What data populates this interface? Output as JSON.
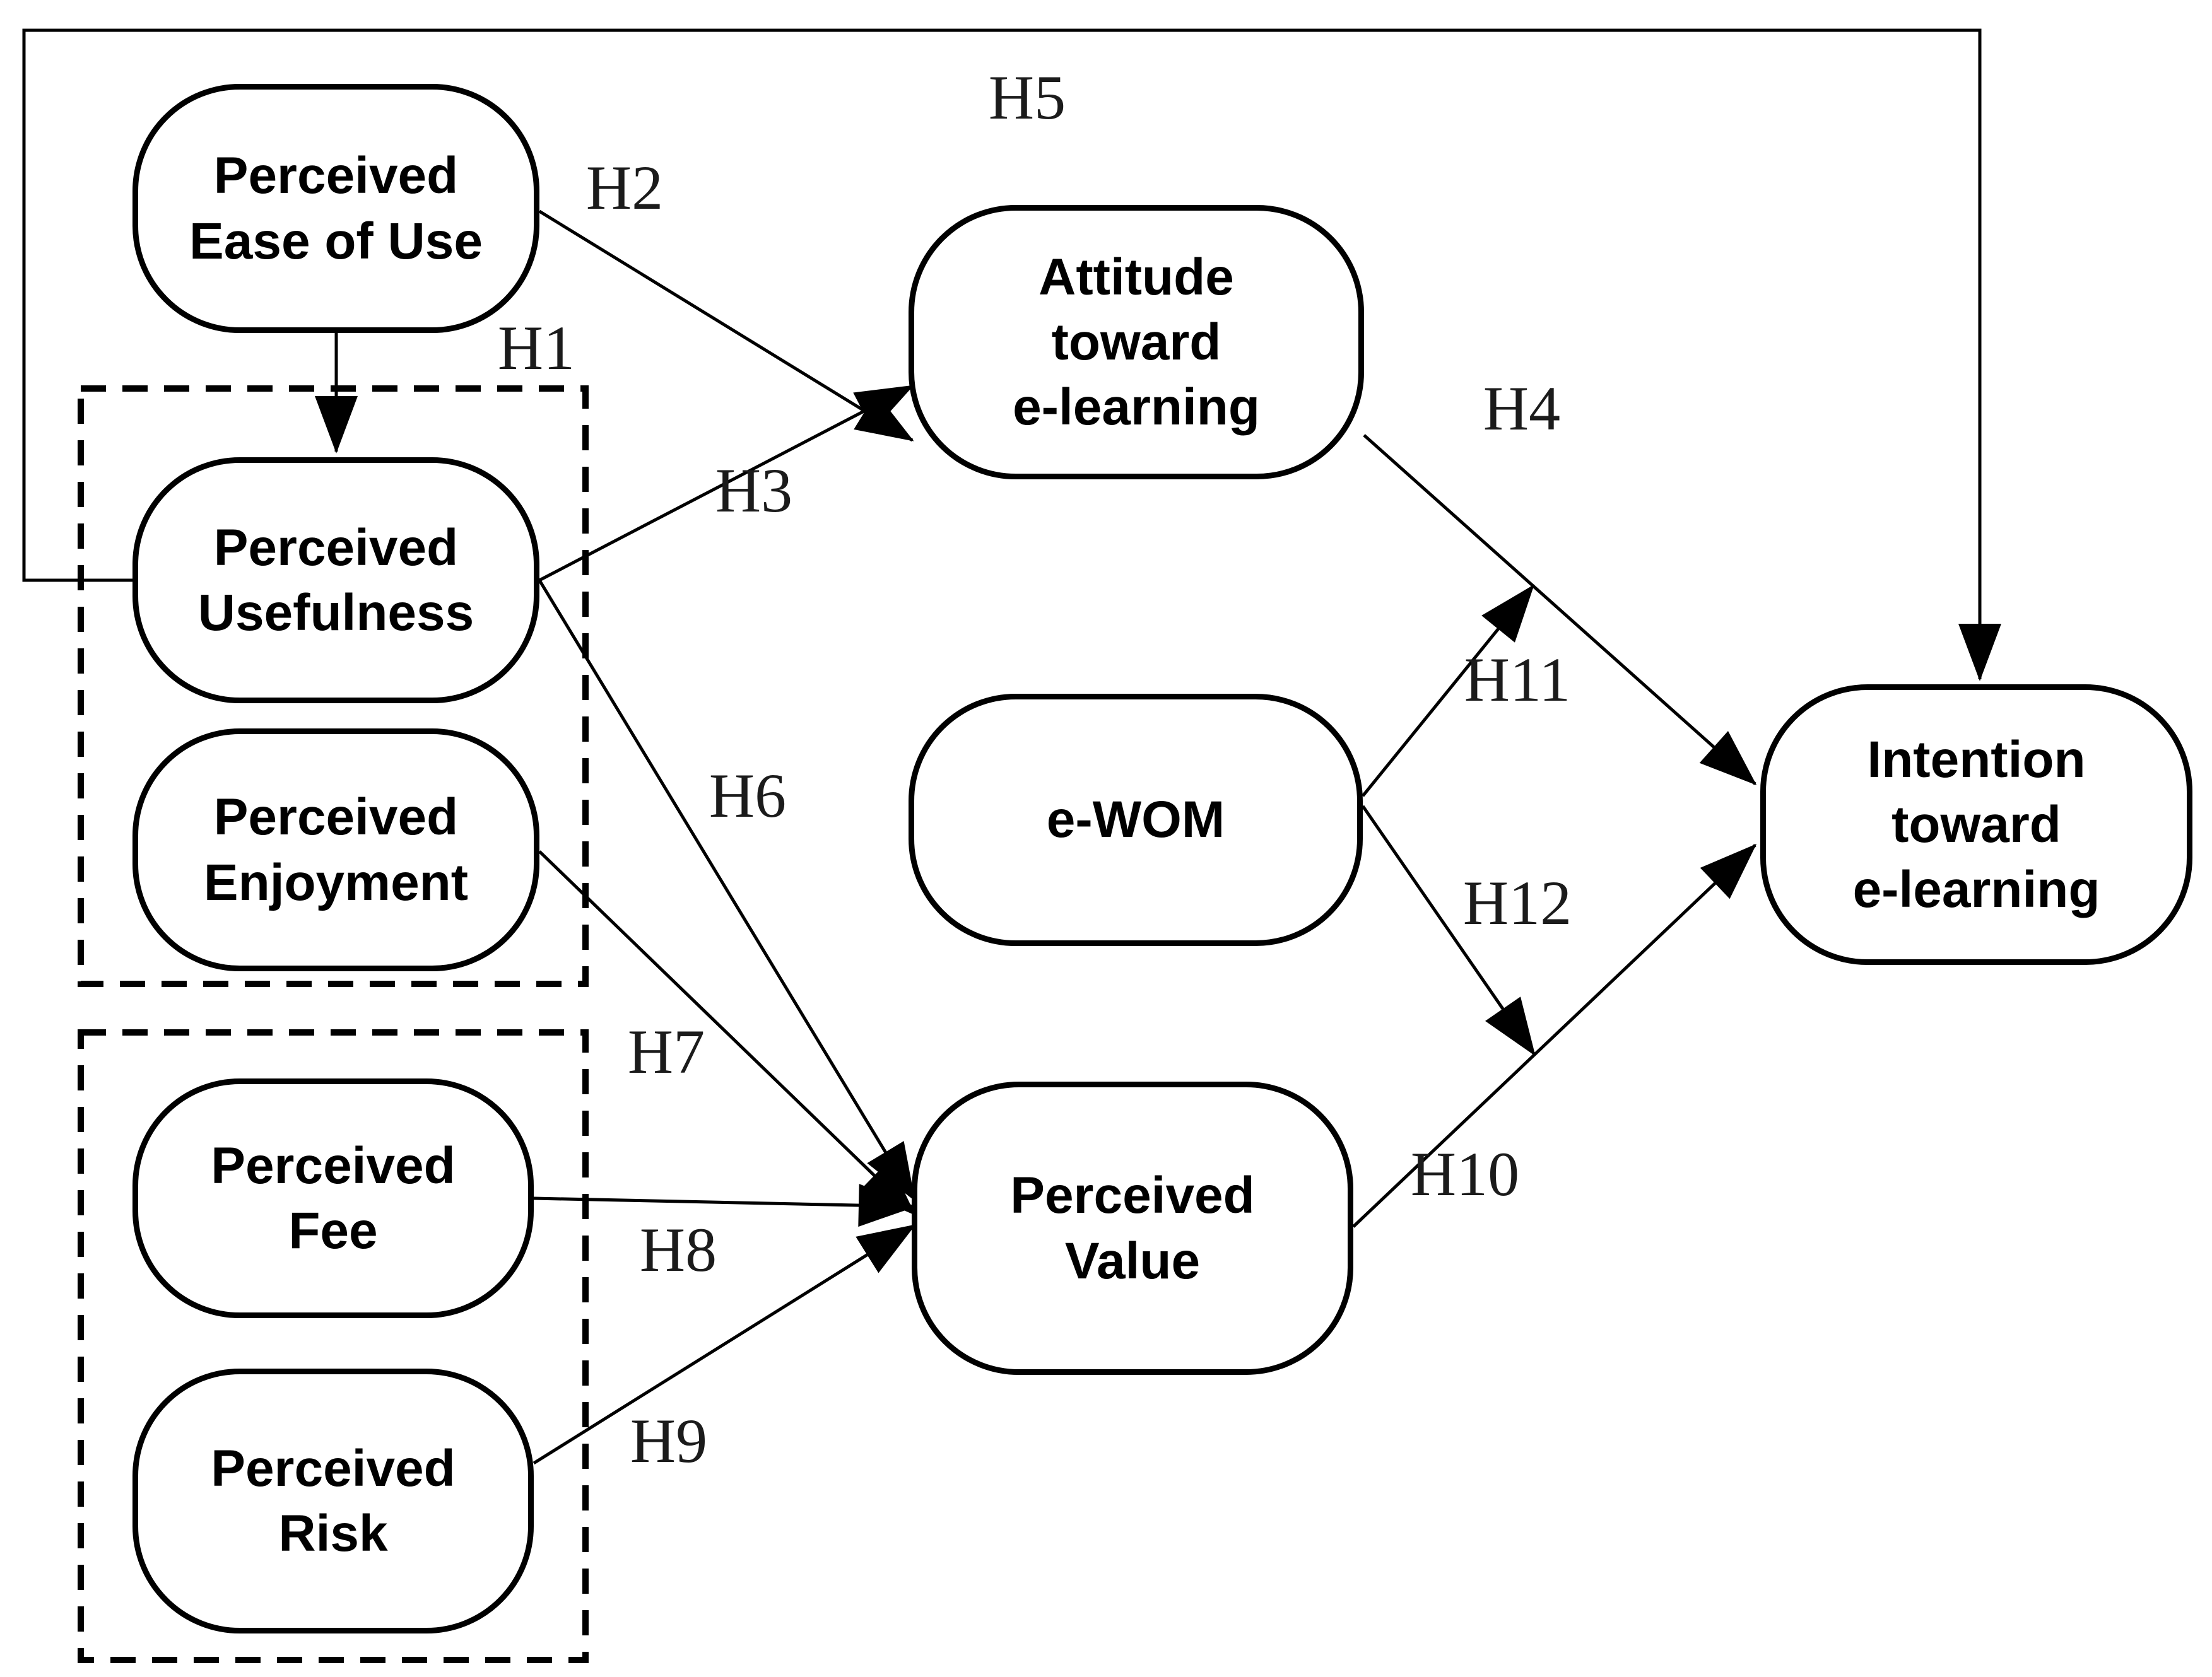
{
  "diagram": {
    "background_color": "#ffffff",
    "line_color": "#000000",
    "label_color": "#1b1b1b",
    "node_fill": "#ffffff",
    "nodes": {
      "ease": {
        "label": "Perceived\nEase of Use"
      },
      "usefulness": {
        "label": "Perceived\nUsefulness"
      },
      "enjoyment": {
        "label": "Perceived\nEnjoyment"
      },
      "fee": {
        "label": "Perceived\nFee"
      },
      "risk": {
        "label": "Perceived\nRisk"
      },
      "attitude": {
        "label": "Attitude\ntoward\ne-learning"
      },
      "ewom": {
        "label": "e-WOM"
      },
      "value": {
        "label": "Perceived\nValue"
      },
      "intention": {
        "label": "Intention\ntoward\ne-learning"
      }
    },
    "edges": {
      "h1": {
        "label": "H1",
        "from": "Perceived Ease of Use",
        "to": "Perceived Usefulness"
      },
      "h2": {
        "label": "H2",
        "from": "Perceived Ease of Use",
        "to": "Attitude toward e-learning"
      },
      "h3": {
        "label": "H3",
        "from": "Perceived Usefulness",
        "to": "Attitude toward e-learning"
      },
      "h4": {
        "label": "H4",
        "from": "Attitude toward e-learning",
        "to": "Intention toward e-learning"
      },
      "h5": {
        "label": "H5",
        "from": "Perceived Usefulness",
        "to": "Intention toward e-learning"
      },
      "h6": {
        "label": "H6",
        "from": "Perceived Usefulness",
        "to": "Perceived Value"
      },
      "h7": {
        "label": "H7",
        "from": "Perceived Enjoyment",
        "to": "Perceived Value"
      },
      "h8": {
        "label": "H8",
        "from": "Perceived Fee",
        "to": "Perceived Value"
      },
      "h9": {
        "label": "H9",
        "from": "Perceived Risk",
        "to": "Perceived Value"
      },
      "h10": {
        "label": "H10",
        "from": "Perceived Value",
        "to": "Intention toward e-learning"
      },
      "h11": {
        "label": "H11",
        "from": "e-WOM",
        "to": "H4 path (Attitude to Intention)"
      },
      "h12": {
        "label": "H12",
        "from": "e-WOM",
        "to": "H10 path (Value to Intention)"
      }
    }
  }
}
